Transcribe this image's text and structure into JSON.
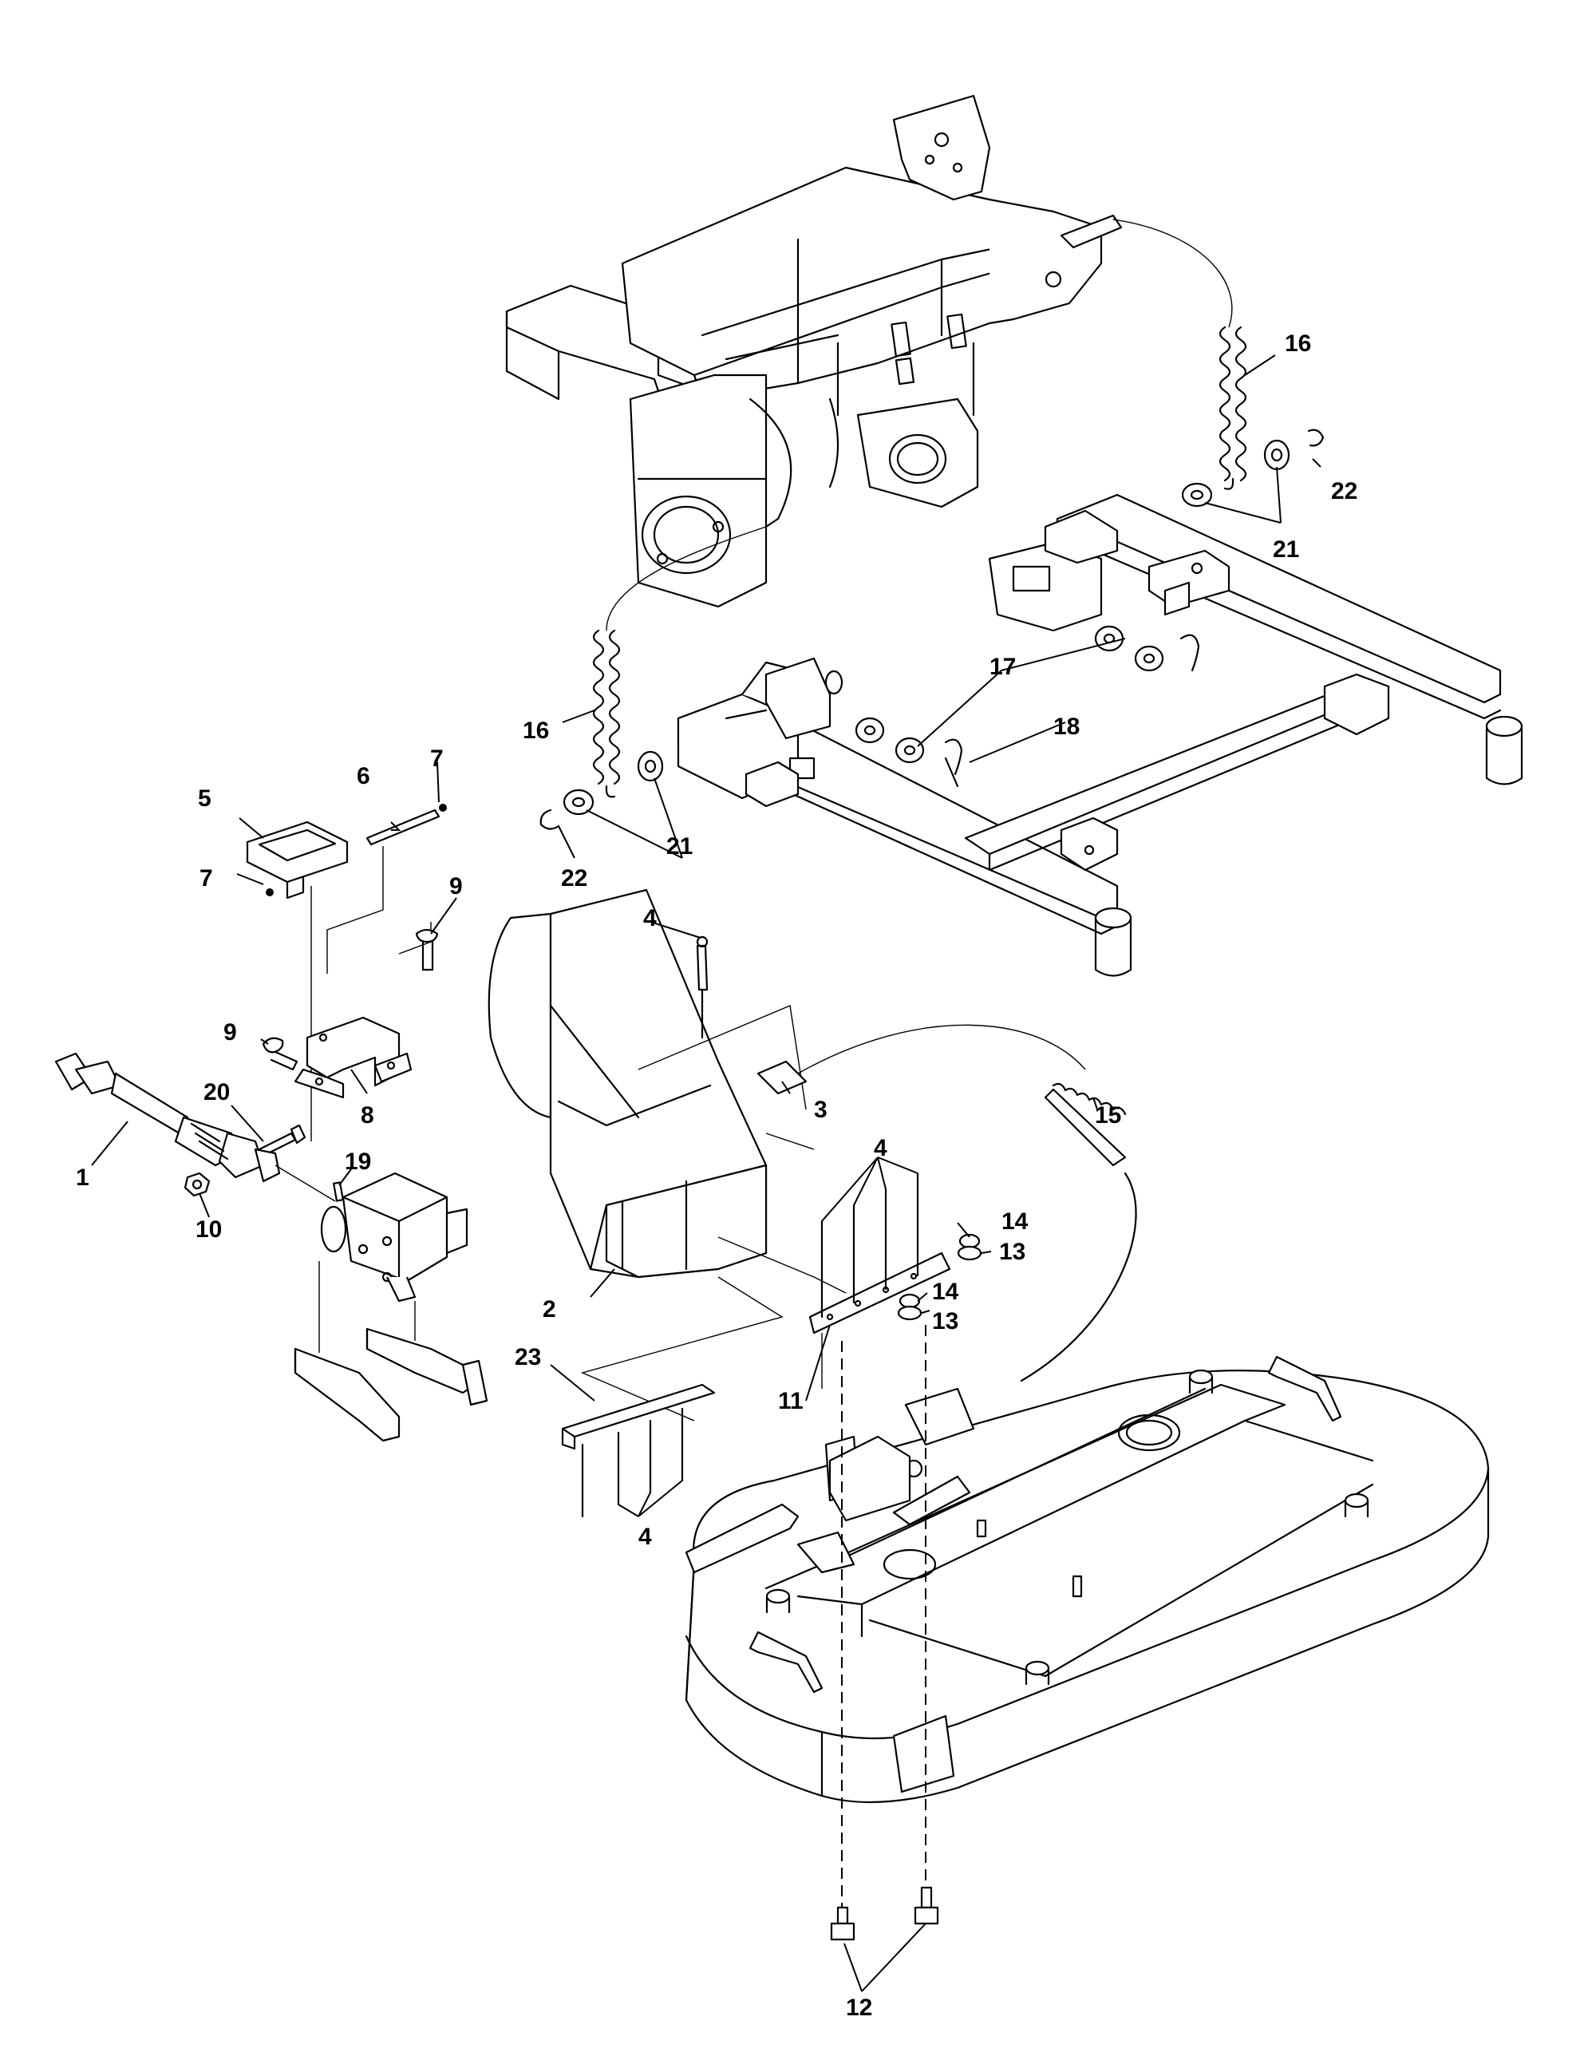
{
  "diagram": {
    "callouts": [
      {
        "id": "c1",
        "text": "1"
      },
      {
        "id": "c2",
        "text": "2"
      },
      {
        "id": "c3",
        "text": "3"
      },
      {
        "id": "c4a",
        "text": "4"
      },
      {
        "id": "c4b",
        "text": "4"
      },
      {
        "id": "c4c",
        "text": "4"
      },
      {
        "id": "c5",
        "text": "5"
      },
      {
        "id": "c6",
        "text": "6"
      },
      {
        "id": "c7a",
        "text": "7"
      },
      {
        "id": "c7b",
        "text": "7"
      },
      {
        "id": "c8",
        "text": "8"
      },
      {
        "id": "c9a",
        "text": "9"
      },
      {
        "id": "c9b",
        "text": "9"
      },
      {
        "id": "c10",
        "text": "10"
      },
      {
        "id": "c11",
        "text": "11"
      },
      {
        "id": "c12",
        "text": "12"
      },
      {
        "id": "c13a",
        "text": "13"
      },
      {
        "id": "c13b",
        "text": "13"
      },
      {
        "id": "c14a",
        "text": "14"
      },
      {
        "id": "c14b",
        "text": "14"
      },
      {
        "id": "c15",
        "text": "15"
      },
      {
        "id": "c16a",
        "text": "16"
      },
      {
        "id": "c16b",
        "text": "16"
      },
      {
        "id": "c17",
        "text": "17"
      },
      {
        "id": "c18",
        "text": "18"
      },
      {
        "id": "c19",
        "text": "19"
      },
      {
        "id": "c20",
        "text": "20"
      },
      {
        "id": "c21a",
        "text": "21"
      },
      {
        "id": "c21b",
        "text": "21"
      },
      {
        "id": "c22a",
        "text": "22"
      },
      {
        "id": "c22b",
        "text": "22"
      },
      {
        "id": "c23",
        "text": "23"
      }
    ]
  }
}
